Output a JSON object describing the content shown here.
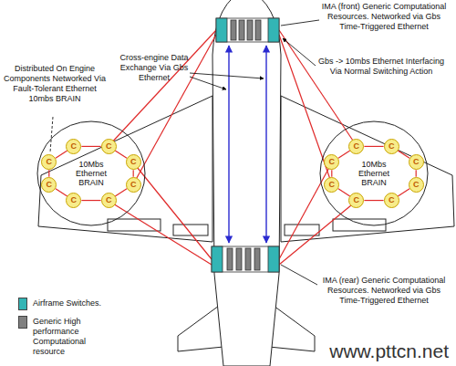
{
  "diagram": {
    "nodes": [
      {
        "text": [
          "10Mbs Ethernet BRAIN"
        ]
      },
      {
        "text": [
          "C"
        ],
        "in": 0
      },
      {
        "text": [
          "C"
        ],
        "in": 0
      },
      {
        "text": [
          "C"
        ],
        "in": 0
      },
      {
        "text": [
          "C"
        ],
        "in": 0
      },
      {
        "text": [
          "C"
        ],
        "in": 0
      },
      {
        "text": [
          "C"
        ],
        "in": 0
      },
      {
        "text": [
          "C"
        ],
        "in": 0
      },
      {
        "text": [
          "C"
        ],
        "in": 0
      },
      {
        "text": [
          "10Mbs Ethernet BRAIN"
        ]
      },
      {
        "text": [
          "C"
        ],
        "in": 9
      },
      {
        "text": [
          "C"
        ],
        "in": 9
      },
      {
        "text": [
          "C"
        ],
        "in": 9
      },
      {
        "text": [
          "C"
        ],
        "in": 9
      },
      {
        "text": [
          "C"
        ],
        "in": 9
      },
      {
        "text": [
          "C"
        ],
        "in": 9
      },
      {
        "text": [
          "C"
        ],
        "in": 9
      },
      {
        "text": [
          "C"
        ],
        "in": 9
      }
    ],
    "edges": [
      {
        "from": 1,
        "to": 2,
        "arrow": "none"
      },
      {
        "from": 2,
        "to": 3,
        "arrow": "none"
      },
      {
        "from": 3,
        "to": 4,
        "arrow": "none"
      },
      {
        "from": 4,
        "to": 5,
        "arrow": "none"
      },
      {
        "from": 5,
        "to": 6,
        "arrow": "none"
      },
      {
        "from": 6,
        "to": 7,
        "arrow": "none"
      },
      {
        "from": 7,
        "to": 8,
        "arrow": "none"
      },
      {
        "from": 8,
        "to": 1,
        "arrow": "none"
      },
      {
        "from": 10,
        "to": 11,
        "arrow": "none"
      },
      {
        "from": 11,
        "to": 12,
        "arrow": "none"
      },
      {
        "from": 12,
        "to": 13,
        "arrow": "none"
      },
      {
        "from": 13,
        "to": 14,
        "arrow": "none"
      },
      {
        "from": 14,
        "to": 15,
        "arrow": "none"
      },
      {
        "from": 15,
        "to": 16,
        "arrow": "none"
      },
      {
        "from": 16,
        "to": 17,
        "arrow": "none"
      },
      {
        "from": 17,
        "to": 10,
        "arrow": "none"
      }
    ],
    "labels": [
      "IMA (front) Generic Computational Resources. Networked via Gbs Time-Triggered Ethernet",
      "Cross-engine Data Exchange Via Gbs Ethernet",
      "Gbs -> 10mbs Ethernet Interfacing Via Normal Switching Action",
      "Distributed On Engine Components Networked Via Fault-Tolerant Ethernet 10mbs BRAIN",
      "IMA (rear) Generic Computational Resources. Networked via Gbs Time-Triggered Ethernet",
      "www.pttcn.net"
    ],
    "legend": [
      {
        "text": "Airframe Switches.",
        "color": "#33b5b5"
      },
      {
        "text": "Generic High performance Computational resource",
        "color": "#808080"
      }
    ]
  }
}
